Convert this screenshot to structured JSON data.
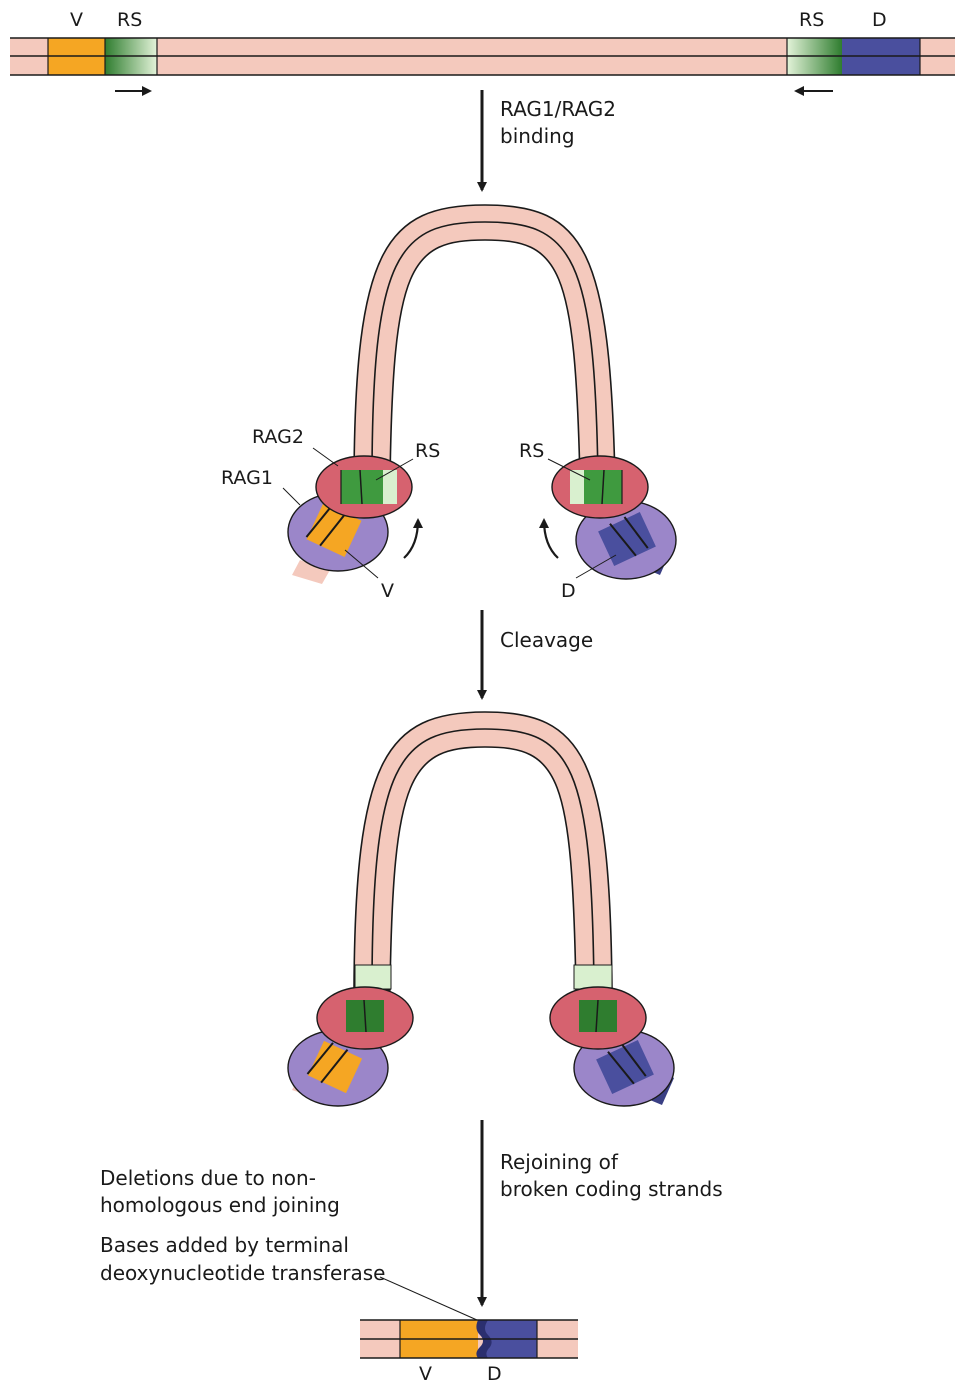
{
  "colors": {
    "dna": "#f4c9bd",
    "strand": "#1a1a1a",
    "v_segment": "#f5a623",
    "d_segment": "#4a4f9e",
    "rs_signal": "#3f9a3f",
    "rs_light": "#d9f0cf",
    "rag1": "#9b86c9",
    "rag2": "#d6626f",
    "background": "#ffffff"
  },
  "top": {
    "label_v": "V",
    "label_rs_left": "RS",
    "label_rs_right": "RS",
    "label_d": "D"
  },
  "steps": {
    "binding_line1": "RAG1/RAG2",
    "binding_line2": "binding",
    "cleavage": "Cleavage",
    "rejoin_line1": "Rejoining of",
    "rejoin_line2": "broken coding strands"
  },
  "complex": {
    "rag2_label": "RAG2",
    "rag1_label": "RAG1",
    "rs_left_label": "RS",
    "rs_right_label": "RS",
    "v_label": "V",
    "d_label": "D"
  },
  "notes": {
    "deletions_line1": "Deletions due to non-",
    "deletions_line2": "homologous end joining",
    "bases_line1": "Bases added by terminal",
    "bases_line2": "deoxynucleotide transferase"
  },
  "product": {
    "label_v": "V",
    "label_d": "D"
  }
}
